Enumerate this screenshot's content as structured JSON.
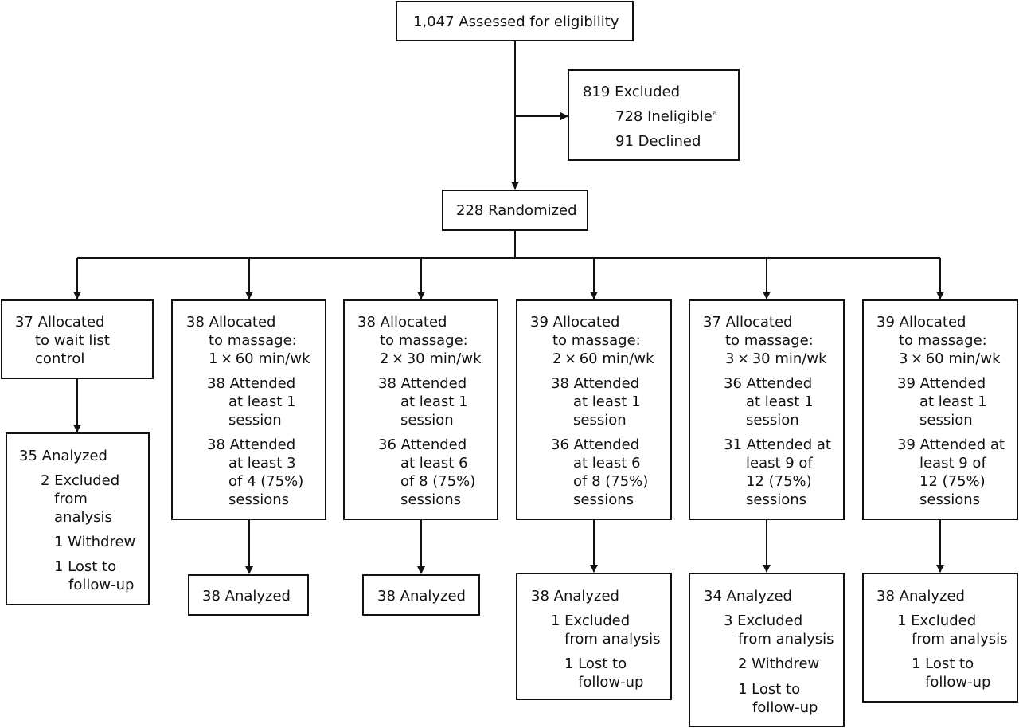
{
  "assessed": {
    "text": "1,047 Assessed for eligibility"
  },
  "excluded": {
    "title": "819 Excluded",
    "ineligible": "728 Ineligible",
    "ineligible_note": "a",
    "declined": "91 Declined"
  },
  "randomized": {
    "text": "228 Randomized"
  },
  "arms": [
    {
      "alloc_1": "37 Allocated",
      "alloc_2": "to wait list",
      "alloc_3": "control",
      "analyzed": "35 Analyzed",
      "excl_1": "2 Excluded",
      "excl_2": "from",
      "excl_3": "analysis",
      "withdrew": "1 Withdrew",
      "lost_1": "1 Lost to",
      "lost_2": "follow-up"
    },
    {
      "alloc_1": "38 Allocated",
      "alloc_2": "to massage:",
      "alloc_3": "1 × 60 min/wk",
      "att1_1": "38 Attended",
      "att1_2": "at least 1",
      "att1_3": "session",
      "att2_1": "38 Attended",
      "att2_2": "at least 3",
      "att2_3": "of 4 (75%)",
      "att2_4": "sessions",
      "analyzed": "38 Analyzed"
    },
    {
      "alloc_1": "38 Allocated",
      "alloc_2": "to massage:",
      "alloc_3": "2 × 30 min/wk",
      "att1_1": "38 Attended",
      "att1_2": "at least 1",
      "att1_3": "session",
      "att2_1": "36 Attended",
      "att2_2": "at least 6",
      "att2_3": "of 8 (75%)",
      "att2_4": "sessions",
      "analyzed": "38 Analyzed"
    },
    {
      "alloc_1": "39 Allocated",
      "alloc_2": "to massage:",
      "alloc_3": "2 × 60 min/wk",
      "att1_1": "38 Attended",
      "att1_2": "at least 1",
      "att1_3": "session",
      "att2_1": "36 Attended",
      "att2_2": "at least 6",
      "att2_3": "of 8 (75%)",
      "att2_4": "sessions",
      "analyzed": "38 Analyzed",
      "excl_1": "1 Excluded",
      "excl_2": "from analysis",
      "lost_1": "1 Lost to",
      "lost_2": "follow-up"
    },
    {
      "alloc_1": "37 Allocated",
      "alloc_2": "to massage:",
      "alloc_3": "3 × 30 min/wk",
      "att1_1": "36 Attended",
      "att1_2": "at least 1",
      "att1_3": "session",
      "att2_1": "31 Attended at",
      "att2_2": "least 9 of",
      "att2_3": "12 (75%)",
      "att2_4": "sessions",
      "analyzed": "34 Analyzed",
      "excl_1": "3 Excluded",
      "excl_2": "from analysis",
      "withdrew": "2 Withdrew",
      "lost_1": "1 Lost to",
      "lost_2": "follow-up"
    },
    {
      "alloc_1": "39 Allocated",
      "alloc_2": "to massage:",
      "alloc_3": "3 × 60 min/wk",
      "att1_1": "39 Attended",
      "att1_2": "at least 1",
      "att1_3": "session",
      "att2_1": "39 Attended at",
      "att2_2": "least 9 of",
      "att2_3": "12 (75%)",
      "att2_4": "sessions",
      "analyzed": "38 Analyzed",
      "excl_1": "1 Excluded",
      "excl_2": "from analysis",
      "lost_1": "1 Lost to",
      "lost_2": "follow-up"
    }
  ]
}
